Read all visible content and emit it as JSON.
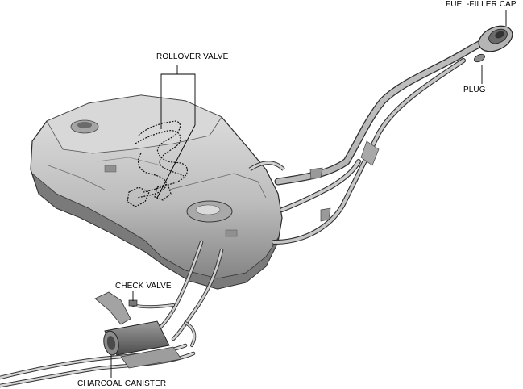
{
  "labels": {
    "rollover_valve": "ROLLOVER VALVE",
    "fuel_filler_cap": "FUEL-FILLER CAP",
    "plug": "PLUG",
    "check_valve": "CHECK VALVE",
    "charcoal_canister": "CHARCOAL CANISTER"
  },
  "colors": {
    "tank_fill": "#cfcfcf",
    "tank_shadow": "#8a8a8a",
    "tank_dark": "#5a5a5a",
    "outline": "#2a2a2a",
    "pipe": "#b8b8b8",
    "leader": "#000000"
  }
}
